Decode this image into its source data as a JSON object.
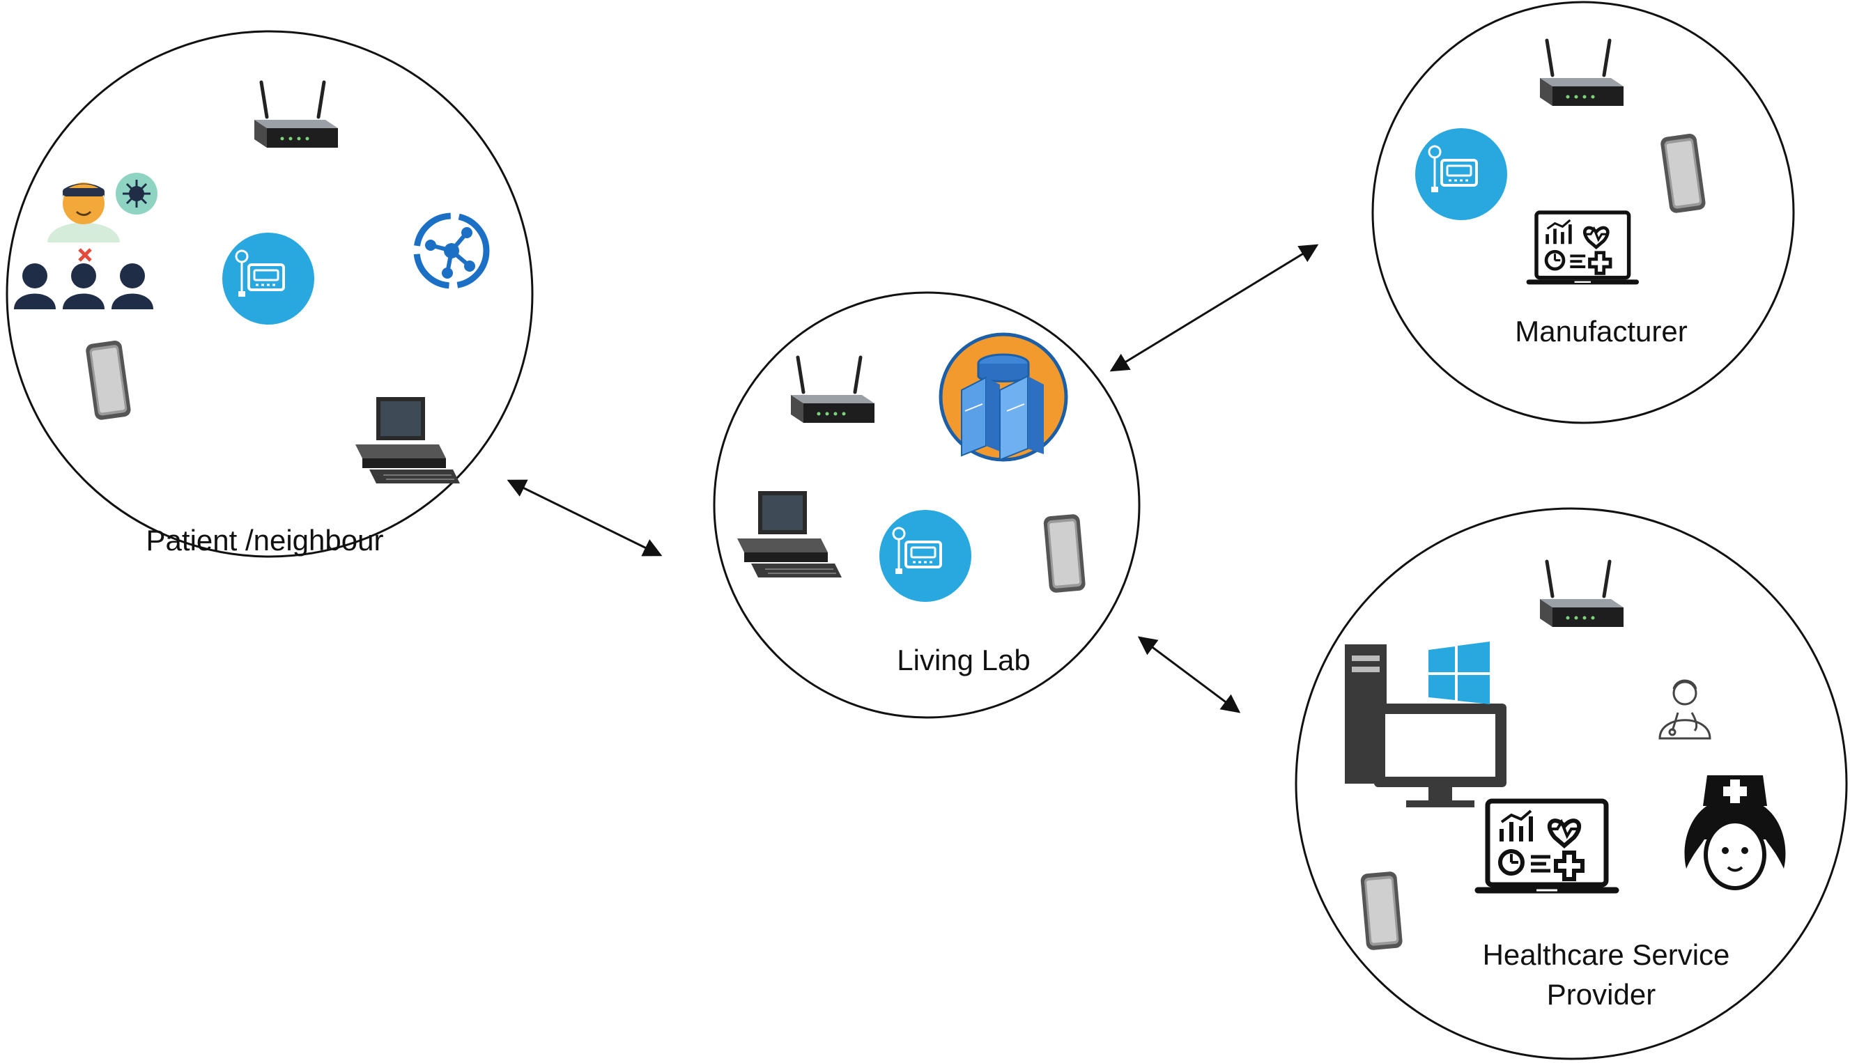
{
  "nodes": {
    "patient": {
      "label": "Patient /neighbour"
    },
    "living_lab": {
      "label": "Living Lab"
    },
    "manufacturer": {
      "label": "Manufacturer"
    },
    "healthcare": {
      "label_line1": "Healthcare Service",
      "label_line2": "Provider"
    }
  },
  "connections": [
    {
      "from": "patient",
      "to": "living_lab",
      "direction": "bidirectional"
    },
    {
      "from": "living_lab",
      "to": "manufacturer",
      "direction": "bidirectional"
    },
    {
      "from": "living_lab",
      "to": "healthcare",
      "direction": "bidirectional"
    }
  ],
  "icons": {
    "patient": [
      "router-icon",
      "patient-avatar-icon",
      "virus-icon",
      "people-group-icon",
      "medical-monitor-icon",
      "network-hub-icon",
      "tablet-icon",
      "desktop-computer-icon"
    ],
    "living_lab": [
      "router-icon",
      "database-server-icon",
      "desktop-computer-icon",
      "medical-monitor-icon",
      "tablet-icon"
    ],
    "manufacturer": [
      "router-icon",
      "medical-monitor-icon",
      "tablet-icon",
      "health-dashboard-laptop-icon"
    ],
    "healthcare": [
      "router-icon",
      "windows-pc-icon",
      "doctor-icon",
      "health-dashboard-laptop-icon",
      "nurse-icon",
      "tablet-icon"
    ]
  },
  "colors": {
    "accent_blue": "#29A8E0",
    "server_orange": "#F29A2E",
    "server_blue": "#1B5FA8",
    "dark_icon": "#2d2d2d",
    "people_navy": "#1f2d47"
  }
}
